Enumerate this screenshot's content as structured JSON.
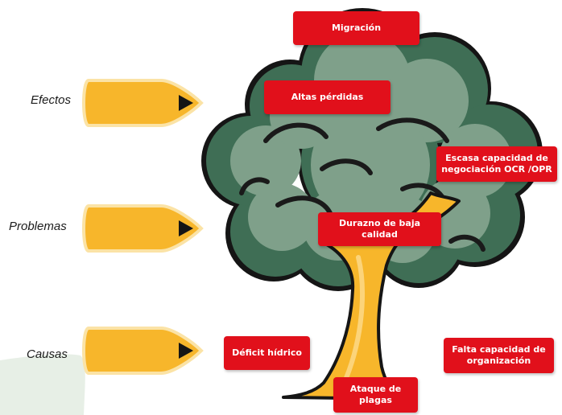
{
  "row_labels": {
    "effects": "Efectos",
    "problems": "Problemas",
    "causes": "Causas"
  },
  "boxes": {
    "migration": "Migración",
    "high_losses": "Altas pérdidas",
    "low_negotiation": "Escasa capacidad de negociación OCR /OPR",
    "low_quality_peach": "Durazno de baja calidad",
    "water_deficit": "Déficit hídrico",
    "lack_organization": "Falta capacidad de organización",
    "pest_attack": "Ataque de plagas"
  },
  "colors": {
    "box_red": "#e1101b",
    "arrow_yellow": "#f7b62b",
    "arrow_outline": "#fbe3a6",
    "foliage_dark": "#3f6e55",
    "foliage_light": "#7fa08a",
    "trunk": "#f7b62b",
    "outline": "#111111"
  },
  "icons": {
    "arrow": "yellow-arrow-icon",
    "tree": "tree-illustration"
  }
}
